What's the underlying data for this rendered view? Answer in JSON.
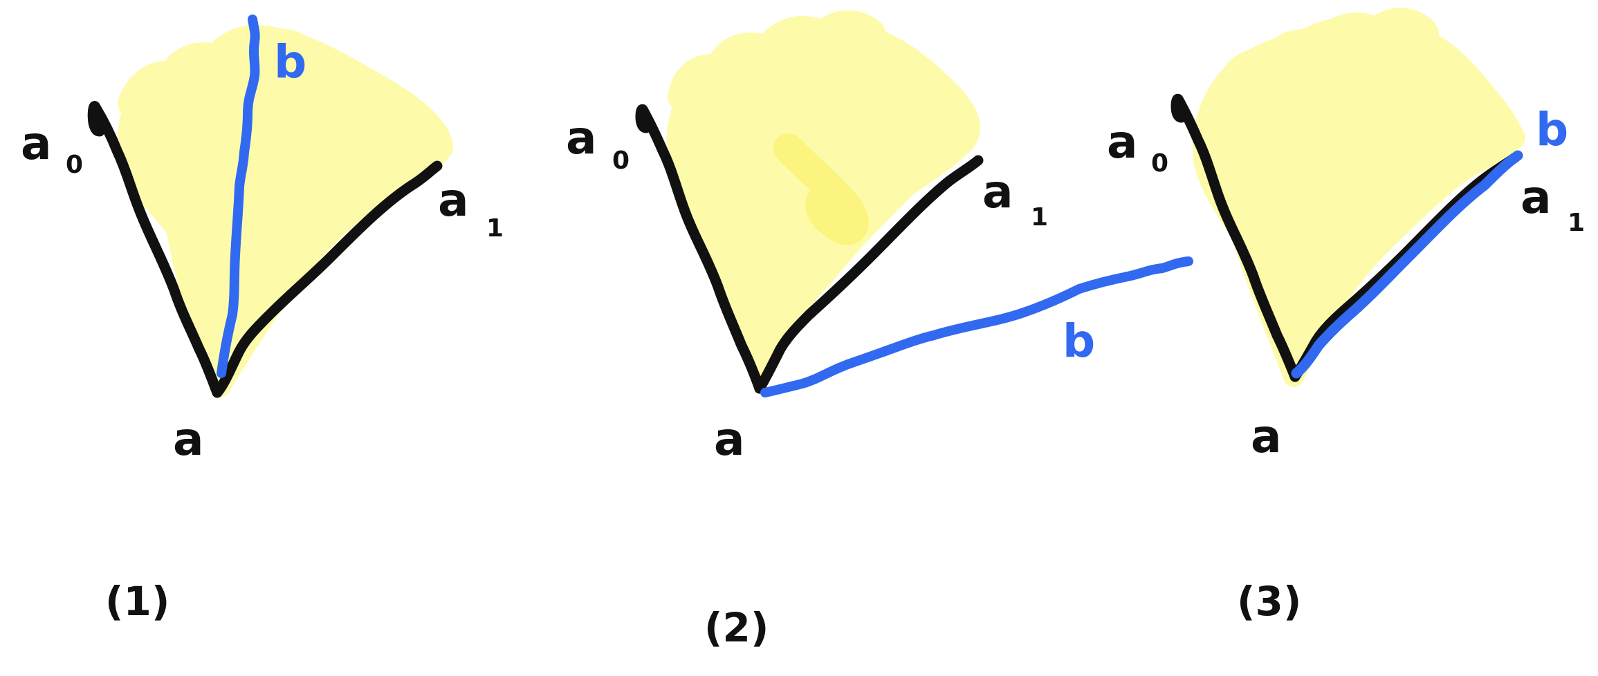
{
  "colors": {
    "ray_black": "#111111",
    "ray_blue": "#3169f0",
    "region_fill": "#fdfbaa",
    "region_fill_dark": "#fbf580"
  },
  "panels": [
    {
      "caption": "(1)",
      "label_vertex": "a",
      "label_a0": "a",
      "label_a0_sub": "0",
      "label_a1": "a",
      "label_a1_sub": "1",
      "label_b": "b"
    },
    {
      "caption": "(2)",
      "label_vertex": "a",
      "label_a0": "a",
      "label_a0_sub": "0",
      "label_a1": "a",
      "label_a1_sub": "1",
      "label_b": "b"
    },
    {
      "caption": "(3)",
      "label_vertex": "a",
      "label_a0": "a",
      "label_a0_sub": "0",
      "label_a1": "a",
      "label_a1_sub": "1",
      "label_b": "b"
    }
  ]
}
